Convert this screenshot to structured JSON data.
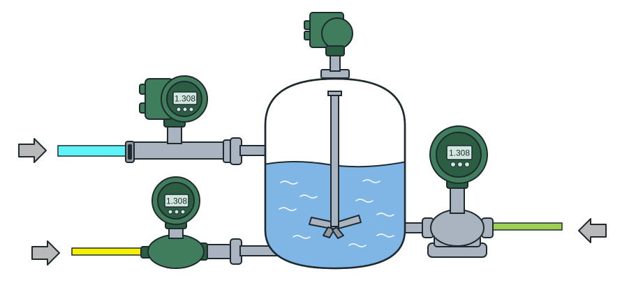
{
  "meters": {
    "top_left": {
      "reading": "1.308"
    },
    "bottom_left": {
      "reading": "1.308"
    },
    "right": {
      "reading": "1.308"
    }
  },
  "colors": {
    "outline": "#1f2a2e",
    "meter_green": "#3f7d5c",
    "meter_green_dark": "#2c5e44",
    "display": "#cfe7df",
    "pipe_steel": "#a9b4c0",
    "tank_body": "#ffffff",
    "tank_liquid": "#7fb6e6",
    "cyan_line": "#5ff2f7",
    "yellow_line": "#f6f000",
    "green_line": "#9fd056",
    "arrow_gray": "#b9b9b9"
  },
  "icons": {
    "inflow_arrow": "arrow-right-icon",
    "return_arrow": "arrow-left-icon",
    "agitator": "agitator-icon"
  }
}
